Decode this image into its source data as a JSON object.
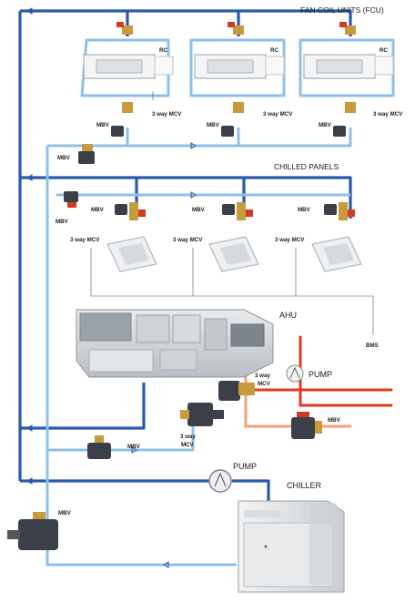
{
  "colors": {
    "supply_pipe": "#2a5ba8",
    "return_pipe": "#8cc0ea",
    "hot_pipe": "#e03a1e",
    "hot_pipe_light": "#f2a07a",
    "valve_red": "#d23a24",
    "valve_dark": "#3b3f47",
    "valve_brass": "#c79a3c"
  },
  "sections": {
    "fcu_title": "FAN COIL UNITS (FCU)",
    "panels_title": "CHILLED PANELS"
  },
  "fcu": {
    "rc_label": "RC",
    "mcv_label": "3 way MCV",
    "mbv_label": "MBV",
    "main_mbv_label": "MBV"
  },
  "panels": {
    "mbv_label": "MBV",
    "mcv_label": "3 way MCV",
    "main_mbv_label": "MBV"
  },
  "equipment": {
    "ahu_label": "AHU",
    "bms_label": "BMS",
    "pump_label": "PUMP",
    "ahu_mcv_line1": "3 way",
    "ahu_mcv_line2": "MCV",
    "hot_mbv_label": "MBV",
    "mcv2_line1": "3 way",
    "mcv2_line2": "MCV",
    "bypass_mbv_label": "MBV",
    "chiller_pump_label": "PUMP",
    "chiller_label": "CHILLER",
    "chiller_mbv_label": "MBV"
  }
}
